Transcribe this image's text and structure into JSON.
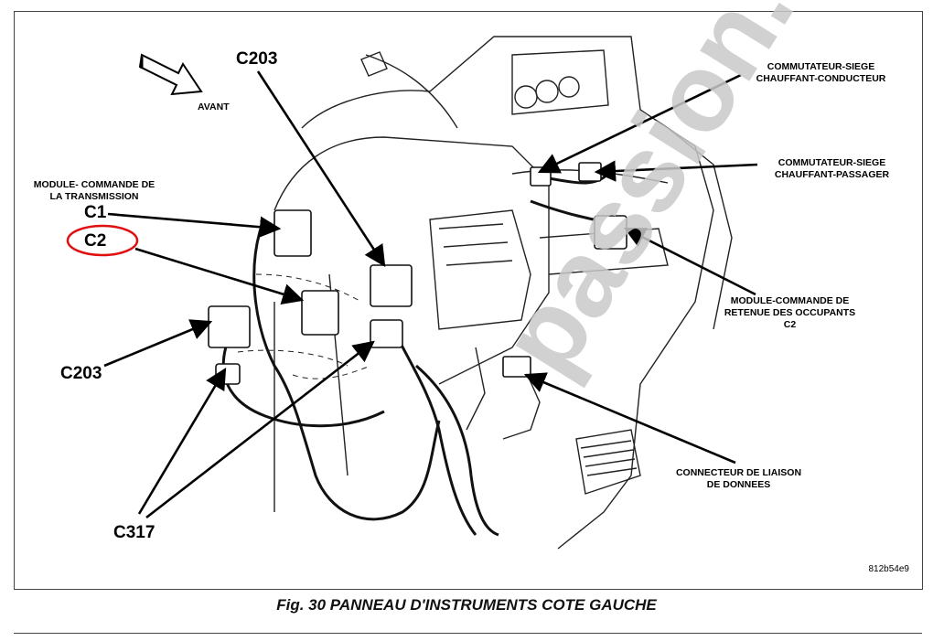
{
  "diagram": {
    "direction_label": "AVANT",
    "labels": {
      "c203_top": "C203",
      "c203_left": "C203",
      "c1": "C1",
      "c2": "C2",
      "c317": "C317",
      "tcm": "MODULE- COMMANDE DE\nLA TRANSMISSION",
      "driver_seat_switch": "COMMUTATEUR-SIEGE\nCHAUFFANT-CONDUCTEUR",
      "passenger_seat_switch": "COMMUTATEUR-SIEGE\nCHAUFFANT-PASSAGER",
      "orc": "MODULE-COMMANDE DE\nRETENUE DES OCCUPANTS\nC2",
      "dlc": "CONNECTEUR DE LIAISON\nDE DONNEES"
    },
    "image_code": "812b54e9",
    "highlight_color": "#e01010",
    "watermark": "passion.com"
  },
  "caption": "Fig. 30 PANNEAU D'INSTRUMENTS COTE GAUCHE"
}
